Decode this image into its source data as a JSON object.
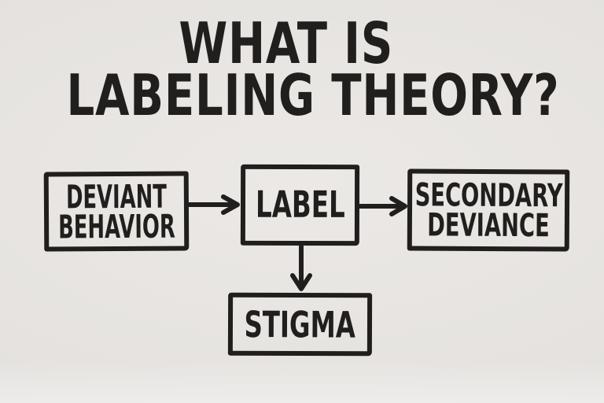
{
  "colors": {
    "background": "#e9e6e3",
    "ink": "#211f1d"
  },
  "title": {
    "line1": "WHAT IS",
    "line2": "LABELING THEORY?"
  },
  "diagram": {
    "type": "flowchart",
    "style": "hand-drawn black marker on off-white paper",
    "nodes": [
      {
        "id": "deviant-behavior",
        "lines": [
          "DEVIANT",
          "BEHAVIOR"
        ]
      },
      {
        "id": "label",
        "lines": [
          "LABEL"
        ]
      },
      {
        "id": "secondary-deviance",
        "lines": [
          "SECONDARY",
          "DEVIANCE"
        ]
      },
      {
        "id": "stigma",
        "lines": [
          "STIGMA"
        ]
      }
    ],
    "edges": [
      {
        "from": "deviant-behavior",
        "to": "label",
        "direction": "right"
      },
      {
        "from": "label",
        "to": "secondary-deviance",
        "direction": "right"
      },
      {
        "from": "label",
        "to": "stigma",
        "direction": "down"
      }
    ]
  }
}
